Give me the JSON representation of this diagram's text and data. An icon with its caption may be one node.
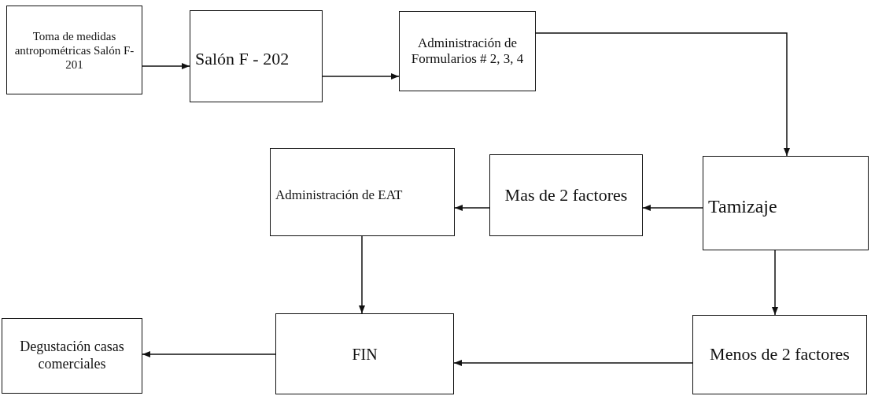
{
  "diagram": {
    "nodes": [
      {
        "text": [
          "Toma de medidas antropométricas Salón F- 201"
        ]
      },
      {
        "text": [
          "Salón F - 202"
        ]
      },
      {
        "text": [
          "Administración de Formularios # 2, 3, 4"
        ]
      },
      {
        "text": [
          "Administración de EAT"
        ]
      },
      {
        "text": [
          "Mas de 2 factores"
        ]
      },
      {
        "text": [
          "Tamizaje"
        ]
      },
      {
        "text": [
          "Degustación casas comerciales"
        ]
      },
      {
        "text": [
          "FIN"
        ]
      },
      {
        "text": [
          "Menos de 2 factores"
        ]
      }
    ],
    "edges": [
      {
        "from": 0,
        "to": 1,
        "arrow": "to"
      },
      {
        "from": 1,
        "to": 2,
        "arrow": "to"
      },
      {
        "from": 2,
        "to": 5,
        "arrow": "to"
      },
      {
        "from": 5,
        "to": 4,
        "arrow": "to"
      },
      {
        "from": 4,
        "to": 3,
        "arrow": "to"
      },
      {
        "from": 3,
        "to": 7,
        "arrow": "to"
      },
      {
        "from": 5,
        "to": 8,
        "arrow": "to"
      },
      {
        "from": 8,
        "to": 7,
        "arrow": "to"
      },
      {
        "from": 7,
        "to": 6,
        "arrow": "to"
      }
    ]
  }
}
